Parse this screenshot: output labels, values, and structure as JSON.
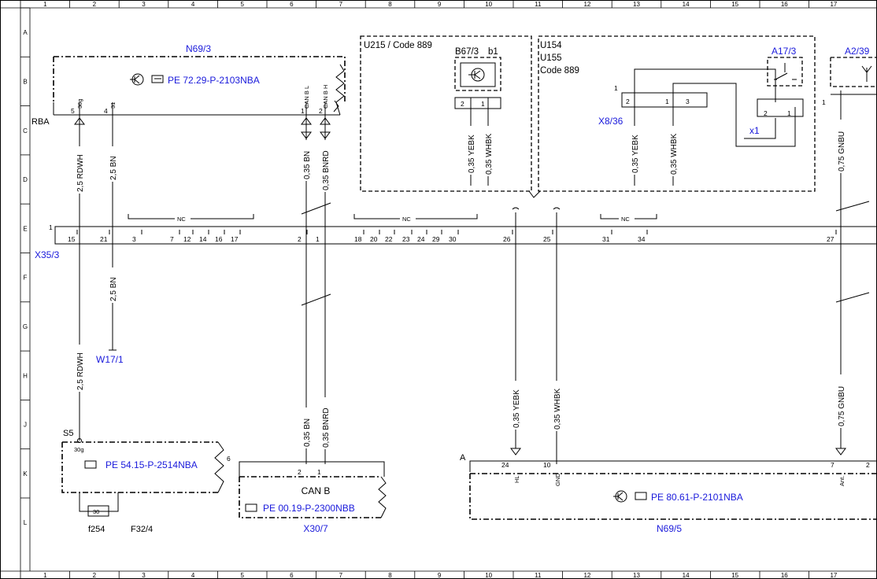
{
  "grid": {
    "columns": [
      "1",
      "2",
      "3",
      "4",
      "5",
      "6",
      "7",
      "8",
      "9",
      "10",
      "11",
      "12",
      "13",
      "14",
      "15",
      "16",
      "17"
    ],
    "rows": [
      "A",
      "B",
      "C",
      "D",
      "E",
      "F",
      "G",
      "H",
      "J",
      "K",
      "L"
    ]
  },
  "components": {
    "n69_3": {
      "name": "N69/3",
      "ref": "PE 72.29-P-2103NBA",
      "pin_labels": [
        "30g",
        "31",
        "CAN B L",
        "CAN B H"
      ],
      "pin_numbers": [
        "5",
        "4",
        "1",
        "2"
      ]
    },
    "rba": {
      "name": "RBA"
    },
    "u215": {
      "name": "U215 / Code 889"
    },
    "b67_3": {
      "name": "B67/3",
      "b1": "b1",
      "pins": [
        "2",
        "1"
      ]
    },
    "u154": {
      "line1": "U154",
      "line2": "U155",
      "line3": "Code 889"
    },
    "a17_3": {
      "name": "A17/3",
      "pins": [
        "2",
        "1"
      ]
    },
    "a2_3x": {
      "name": "A2/39"
    },
    "x8_36": {
      "name": "X8/36",
      "pins": [
        "2",
        "1",
        "3"
      ],
      "num": "1"
    },
    "x1": {
      "name": "x1"
    },
    "x35_3": {
      "name": "X35/3",
      "num": "1",
      "pins_a": [
        "15",
        "21",
        "3",
        "7",
        "12",
        "14",
        "16",
        "17"
      ],
      "pins_b": [
        "2",
        "1",
        "18",
        "20",
        "22",
        "23",
        "24",
        "29",
        "30"
      ],
      "pins_c": [
        "26",
        "25",
        "31",
        "34",
        "27"
      ],
      "nc": "NC"
    },
    "w17_1": {
      "name": "W17/1"
    },
    "s5": {
      "name": "S5",
      "pin": "30g"
    },
    "f32_4": {
      "name": "F32/4",
      "ref": "PE 54.15-P-2514NBA",
      "fuse": "30",
      "fuse_name": "f254",
      "pin6": "6"
    },
    "x30_7": {
      "name": "X30/7",
      "title": "CAN B",
      "ref": "PE 00.19-P-2300NBB",
      "pins": [
        "2",
        "1"
      ]
    },
    "n69_5": {
      "name": "N69/5",
      "ref": "PE 80.61-P-2101NBA",
      "letter": "A",
      "pins": [
        "24",
        "10",
        "7",
        "2"
      ],
      "pin_labels": [
        "HL",
        "GND",
        "Ant."
      ]
    }
  },
  "wires": {
    "w_2_5_rdwh": "2,5 RDWH",
    "w_2_5_bn": "2,5 BN",
    "w_035_bn": "0,35 BN",
    "w_035_bnrd": "0,35 BNRD",
    "w_035_yebk": "0,35 YEBK",
    "w_035_whbk": "0,35 WHBK",
    "w_075_gnbu": "0,75 GNBU"
  }
}
